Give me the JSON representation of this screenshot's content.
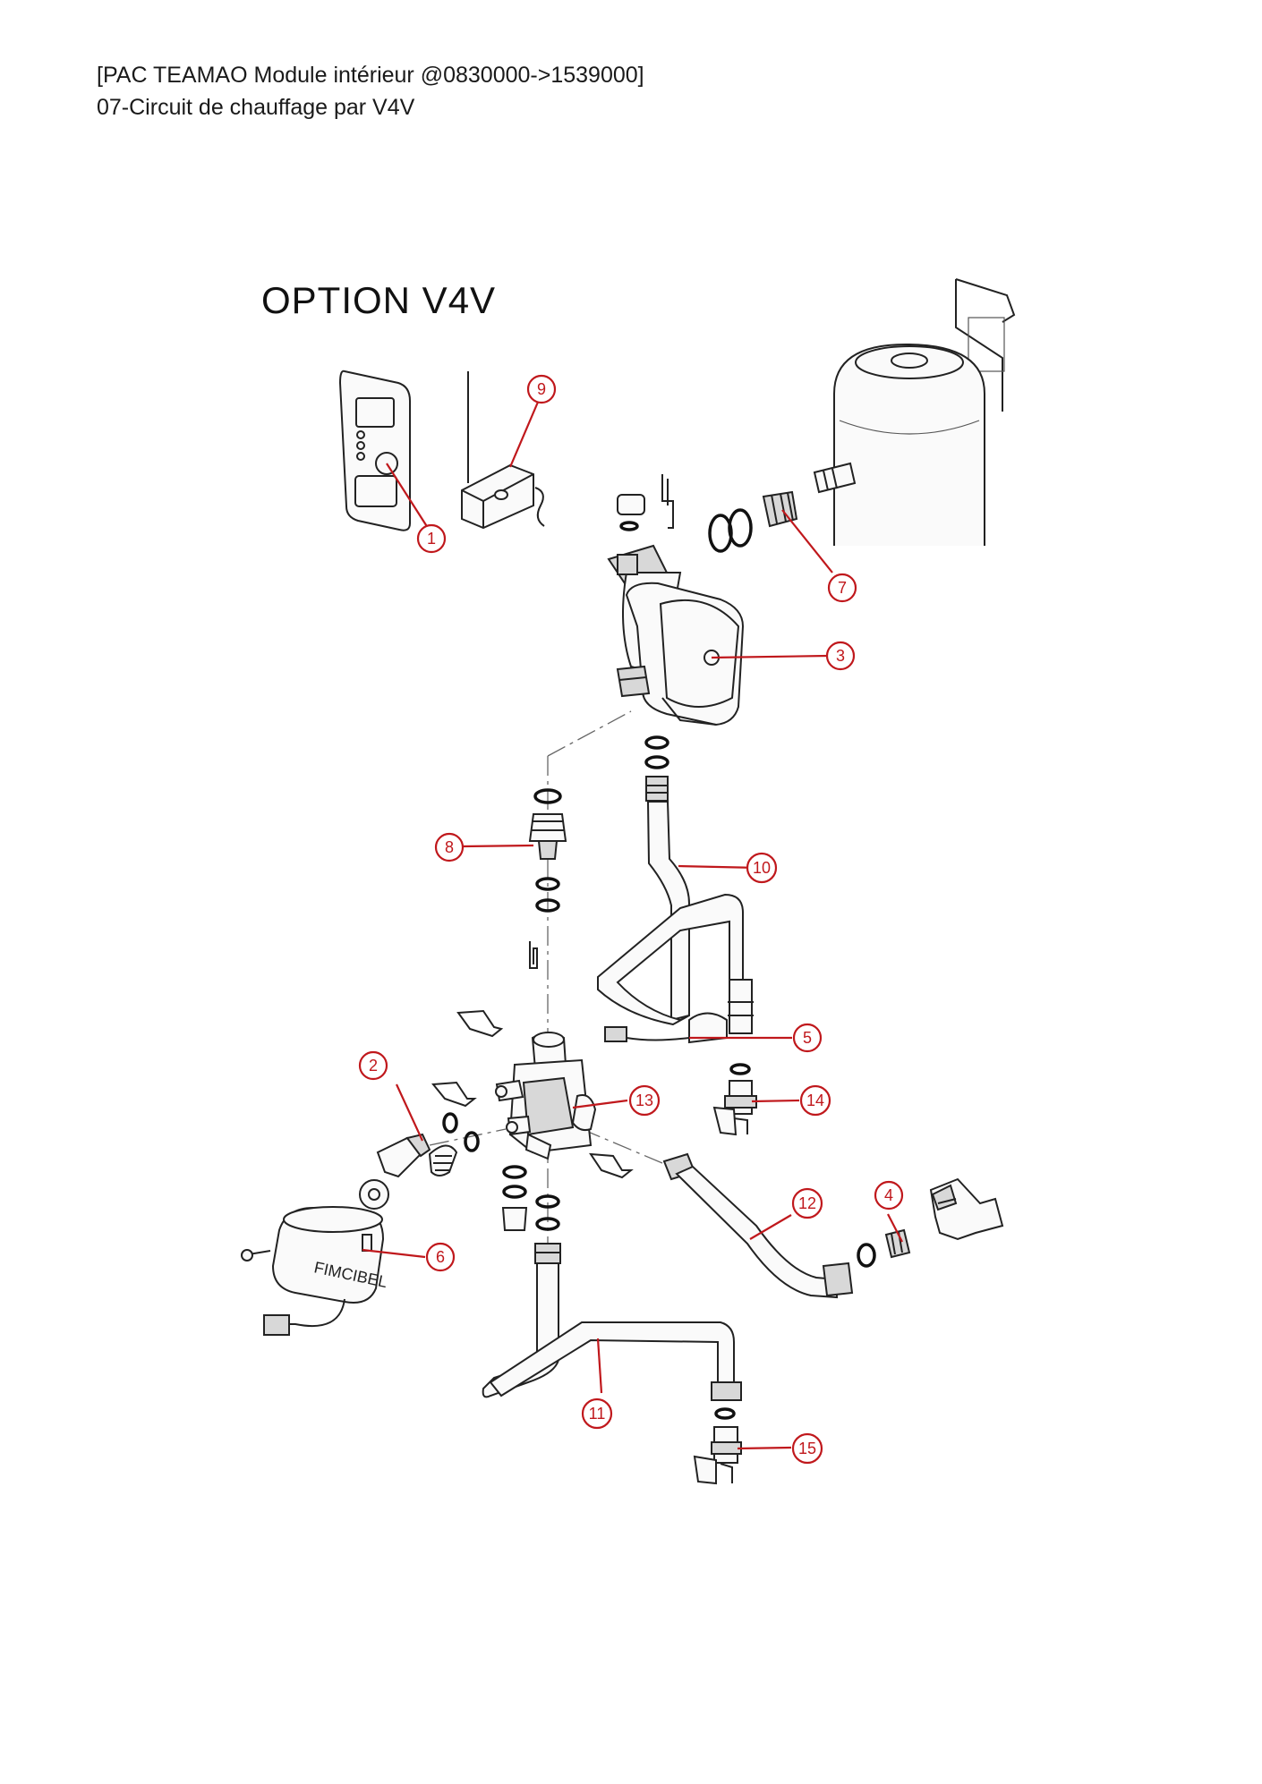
{
  "header": {
    "line1": "[PAC TEAMAO Module intérieur @0830000->1539000]",
    "line2": "07-Circuit de chauffage par V4V"
  },
  "diagram": {
    "option_label": "OPTION V4V",
    "callouts": [
      {
        "id": "1",
        "label": "1"
      },
      {
        "id": "2",
        "label": "2"
      },
      {
        "id": "3",
        "label": "3"
      },
      {
        "id": "4",
        "label": "4"
      },
      {
        "id": "5",
        "label": "5"
      },
      {
        "id": "6",
        "label": "6"
      },
      {
        "id": "7",
        "label": "7"
      },
      {
        "id": "8",
        "label": "8"
      },
      {
        "id": "9",
        "label": "9"
      },
      {
        "id": "10",
        "label": "10"
      },
      {
        "id": "11",
        "label": "11"
      },
      {
        "id": "12",
        "label": "12"
      },
      {
        "id": "13",
        "label": "13"
      },
      {
        "id": "14",
        "label": "14"
      },
      {
        "id": "15",
        "label": "15"
      }
    ],
    "callout_color": "#c0181c",
    "motor_marking": "FIMCIBEL"
  }
}
